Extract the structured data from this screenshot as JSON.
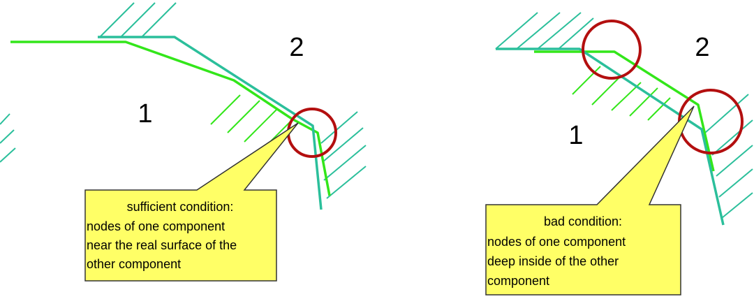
{
  "left_panel": {
    "region_1": "1",
    "region_2": "2",
    "callout": {
      "title": "sufficient condition:",
      "lines": [
        "nodes of one component",
        "near the real surface of the",
        "other  component"
      ]
    }
  },
  "right_panel": {
    "region_1": "1",
    "region_2": "2",
    "callout": {
      "title": "bad condition:",
      "lines": [
        "nodes of one component",
        "deep inside of the other",
        "component"
      ]
    }
  },
  "colors": {
    "teal_surface": "#2bbf9b",
    "green_surface": "#33e61a",
    "callout_fill": "#ffff66",
    "circle": "#b30f0f"
  }
}
